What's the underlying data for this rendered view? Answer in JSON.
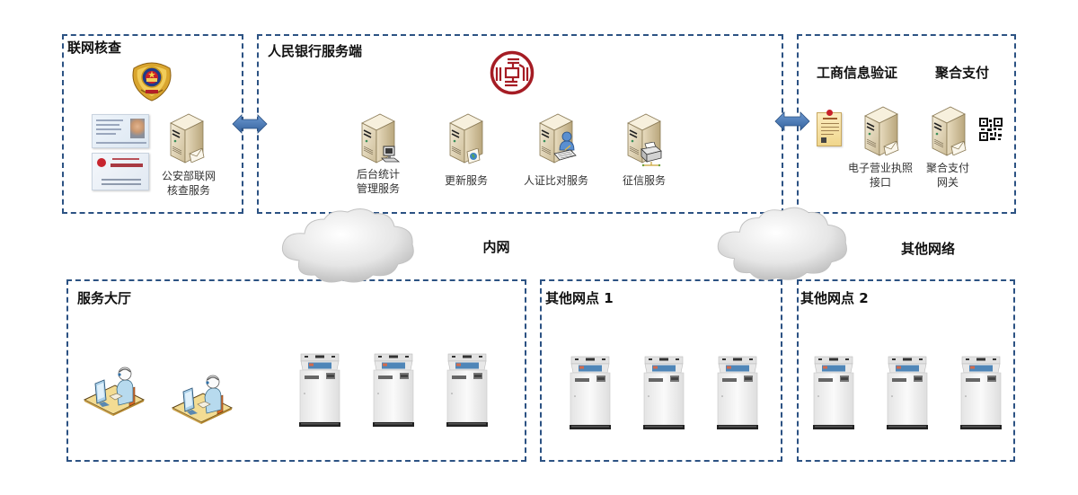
{
  "diagram": {
    "zones": {
      "online_check": {
        "title": "联网核查"
      },
      "pbc_server": {
        "title": "人民银行服务端"
      },
      "business_payment": {
        "title_left": "工商信息验证",
        "title_right": "聚合支付"
      },
      "service_hall": {
        "title": "服务大厅"
      },
      "branch_1": {
        "title": "其他网点 1"
      },
      "branch_2": {
        "title": "其他网点 2"
      }
    },
    "nodes": {
      "police_check_service": {
        "label_line1": "公安部联网",
        "label_line2": "核查服务"
      },
      "backend_stats_service": {
        "label_line1": "后台统计",
        "label_line2": "管理服务"
      },
      "update_service": {
        "label": "更新服务"
      },
      "id_compare_service": {
        "label": "人证比对服务"
      },
      "credit_service": {
        "label": "征信服务"
      },
      "business_license_api": {
        "label_line1": "电子营业执照",
        "label_line2": "接口"
      },
      "payment_gateway": {
        "label_line1": "聚合支付",
        "label_line2": "网关"
      }
    },
    "clouds": {
      "intranet": {
        "label": "内网"
      },
      "other_network": {
        "label": "其他网络"
      }
    },
    "kiosk_counts": {
      "service_hall": 3,
      "branch_1": 3,
      "branch_2": 3
    },
    "operator_count": 2,
    "colors": {
      "dash_border": "#2c5283",
      "arrow": "#4a7ab8",
      "emblem_red": "#a51c24",
      "server_beige": "#e8dcc0"
    }
  }
}
